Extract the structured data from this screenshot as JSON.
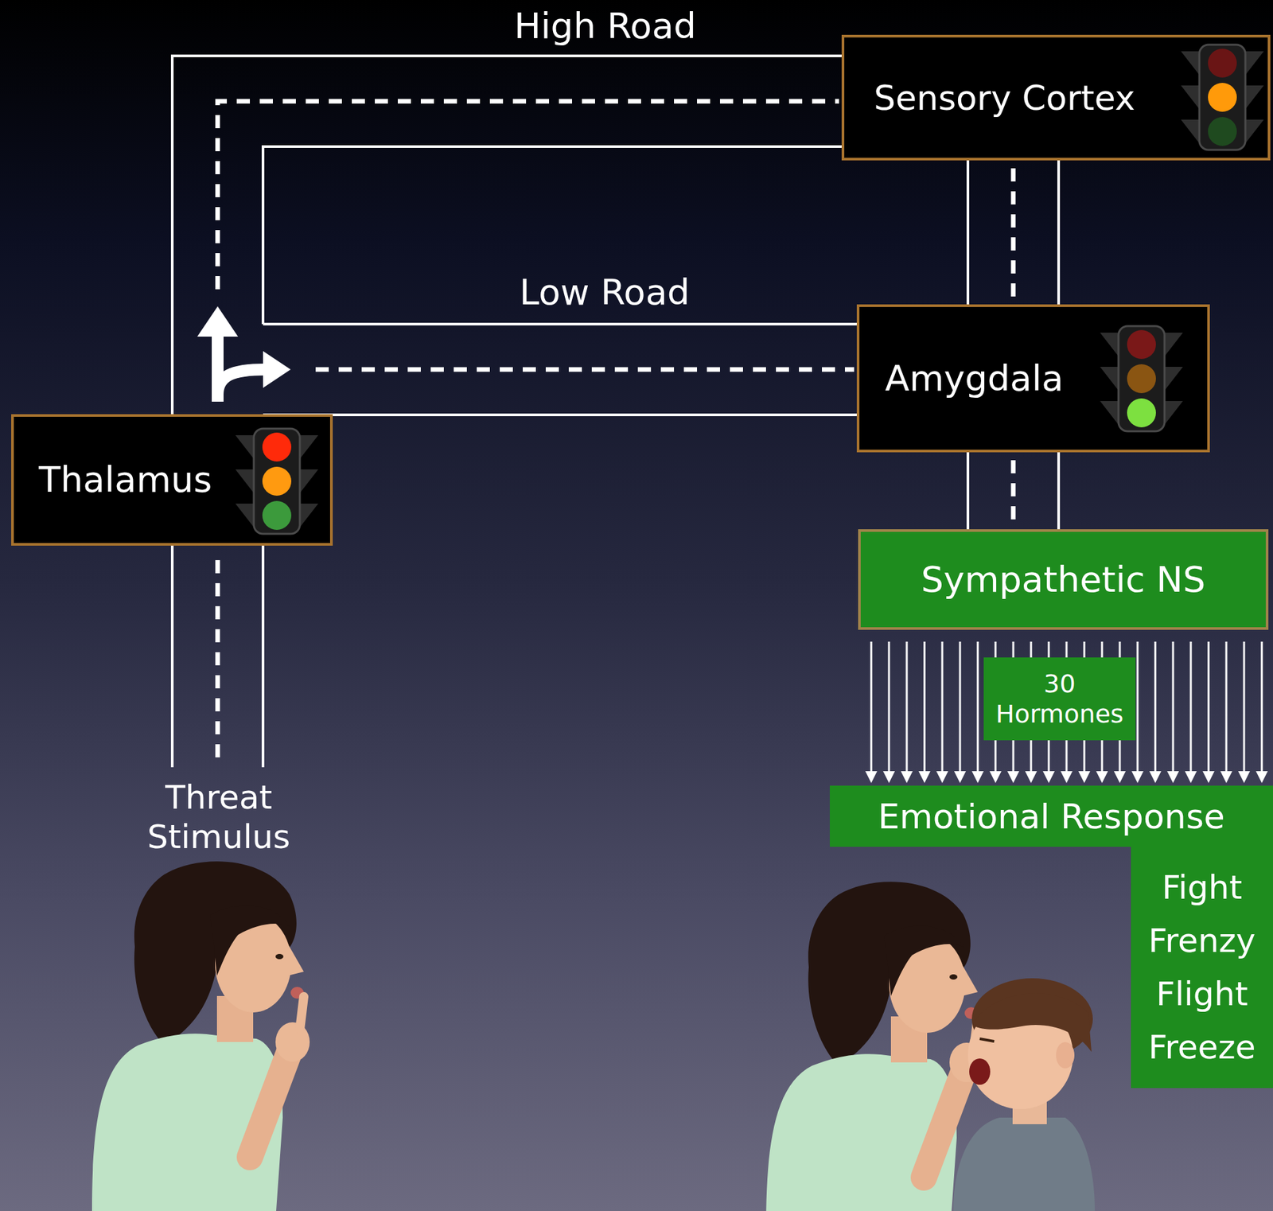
{
  "diagram": {
    "nodes": [
      {
        "text": [
          "Sensory Cortex"
        ]
      },
      {
        "text": [
          "Amygdala"
        ]
      },
      {
        "text": [
          "Thalamus"
        ]
      },
      {
        "text": [
          "Sympathetic NS"
        ]
      },
      {
        "text": [
          "30 Hormones"
        ]
      },
      {
        "text": [
          "Emotional Response"
        ]
      },
      {
        "text": [
          "Fight Frenzy Flight Freeze"
        ]
      }
    ],
    "edges": [
      {
        "from": 2,
        "to": 0,
        "label": "High Road",
        "arrow": "none"
      },
      {
        "from": 2,
        "to": 1,
        "label": "Low Road",
        "arrow": "none"
      },
      {
        "from": 0,
        "to": 1,
        "arrow": "none"
      },
      {
        "from": 1,
        "to": 3,
        "arrow": "none"
      },
      {
        "from": 3,
        "to": 5,
        "arrow": "to"
      }
    ],
    "labels": [
      "Threat Stimulus"
    ]
  }
}
